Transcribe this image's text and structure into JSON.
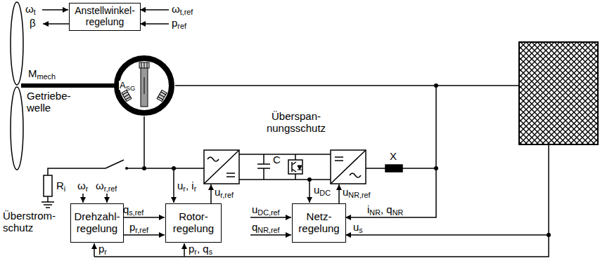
{
  "diagram": {
    "nodes": [
      {
        "text": [
          "Anstellwinkel- regelung"
        ]
      },
      {
        "text": [
          "ASG"
        ]
      },
      {
        "text": [
          "Drehzahl- regelung"
        ]
      },
      {
        "text": [
          "Rotor- regelung"
        ]
      },
      {
        "text": [
          "Netz- regelung"
        ]
      }
    ],
    "edges": [
      {
        "from": 2,
        "to": 3,
        "arrow": "to",
        "label": "pr,ref"
      }
    ],
    "labels": [
      "ωt",
      "β",
      "ωt,ref",
      "pref",
      "Mmech",
      "Getriebe- welle",
      "Überspan- nungsschutz",
      "C",
      "X",
      "Ri",
      "ωr",
      "ωr,ref",
      "Überstrom- schutz",
      "qs,ref",
      "ur, ir",
      "ur,ref",
      "uDC",
      "uNR,ref",
      "uDC,ref",
      "qNR,ref",
      "iNR, qNR",
      "us",
      "pr",
      "pr, qs"
    ]
  }
}
